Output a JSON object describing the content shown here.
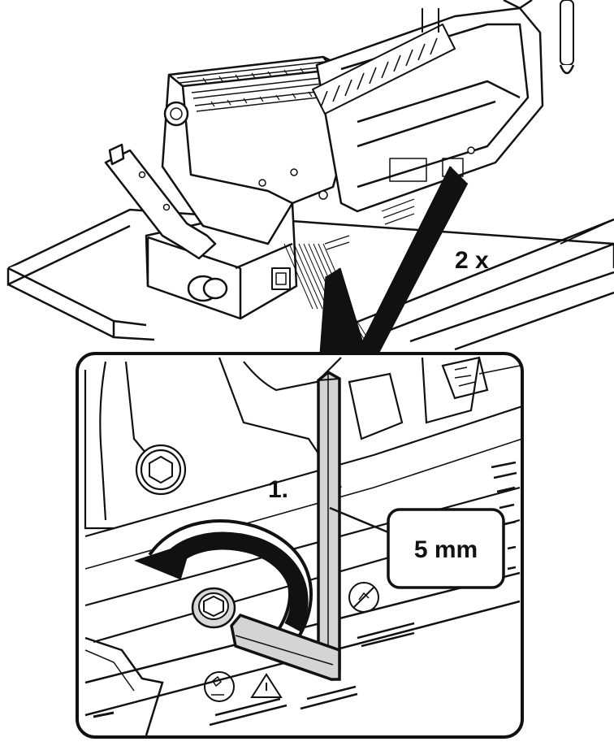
{
  "diagram": {
    "labels": {
      "count": "2 x",
      "step": "1.",
      "tool_size": "5 mm"
    },
    "colors": {
      "line": "#111111",
      "paper": "#ffffff",
      "hex_key": "#d4d4d4",
      "arrow": "#1a1a1a"
    }
  }
}
